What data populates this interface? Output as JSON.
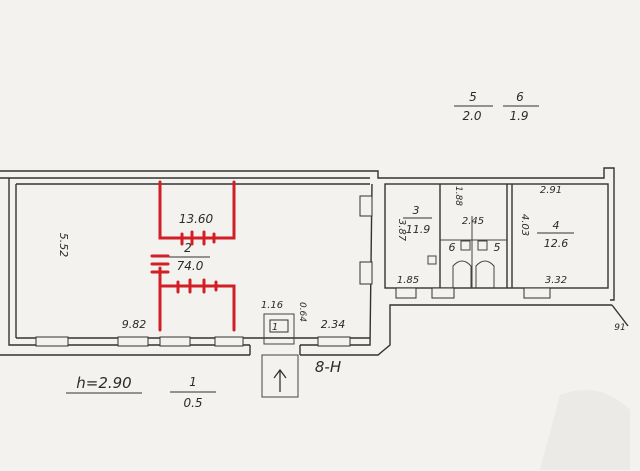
{
  "header_fractions": [
    {
      "num": "5",
      "den": "2.0"
    },
    {
      "num": "6",
      "den": "1.9"
    }
  ],
  "room_main": {
    "height_label": "5.52",
    "length_label": "13.60",
    "number": "2",
    "area": "74.0",
    "bottom_width": "9.82"
  },
  "entrance": {
    "w1": "1.16",
    "w2": "0.64",
    "door": "1",
    "right_width": "2.34",
    "code": "8-Н"
  },
  "room_3": {
    "height_label": "3.87",
    "number": "3",
    "area": "11.9",
    "bottom_width": "1.85"
  },
  "wc": {
    "top": "1.88",
    "width": "2.45",
    "left_number": "6",
    "right_number": "5"
  },
  "room_4": {
    "top_width": "2.91",
    "side": "4.03",
    "number": "4",
    "area": "12.6",
    "bottom_width": "3.32"
  },
  "footer": {
    "height_text": "h=2.90",
    "fraction_num": "1",
    "fraction_den": "0.5"
  },
  "corner_mark": "91"
}
